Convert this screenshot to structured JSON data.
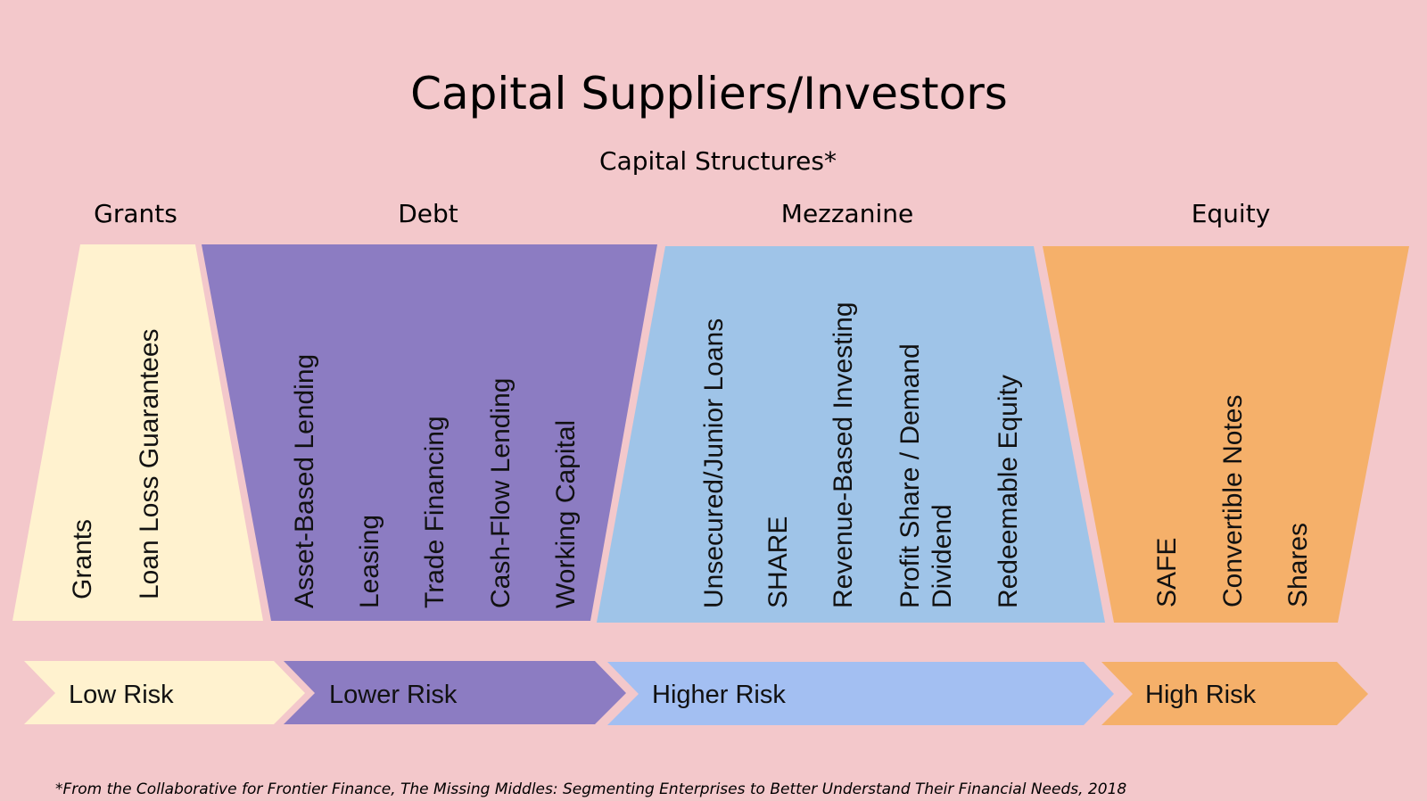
{
  "title": "Capital Suppliers/Investors",
  "subtitle": "Capital Structures*",
  "footnote": "*From the Collaborative for Frontier Finance, The Missing Middles: Segmenting Enterprises to Better Understand Their Financial Needs, 2018",
  "colors": {
    "background": "#f3c8cb",
    "grants": "#fff2cf",
    "debt": "#8c7cc2",
    "mezzanine": "#9fc4e8",
    "equity": "#f5b06a",
    "higher_risk": "#a3bff2"
  },
  "categories": [
    {
      "key": "grants",
      "label": "Grants",
      "items": [
        [
          "Grants"
        ],
        [
          "Loan Loss Guarantees"
        ]
      ]
    },
    {
      "key": "debt",
      "label": "Debt",
      "items": [
        [
          "Asset-Based Lending"
        ],
        [
          "Leasing"
        ],
        [
          "Trade Financing"
        ],
        [
          "Cash-Flow Lending"
        ],
        [
          "Working Capital"
        ]
      ]
    },
    {
      "key": "mezzanine",
      "label": "Mezzanine",
      "items": [
        [
          "Unsecured/Junior Loans"
        ],
        [
          "SHARE"
        ],
        [
          "Revenue-Based Investing"
        ],
        [
          "Profit Share / Demand",
          "Dividend"
        ],
        [
          "Redeemable Equity"
        ]
      ]
    },
    {
      "key": "equity",
      "label": "Equity",
      "items": [
        [
          "SAFE"
        ],
        [
          "Convertible Notes"
        ],
        [
          "Shares"
        ]
      ]
    }
  ],
  "risk_arrows": [
    {
      "key": "grants",
      "label": "Low Risk"
    },
    {
      "key": "debt",
      "label": "Lower Risk"
    },
    {
      "key": "higher_risk",
      "label": "Higher Risk"
    },
    {
      "key": "equity",
      "label": "High Risk"
    }
  ]
}
